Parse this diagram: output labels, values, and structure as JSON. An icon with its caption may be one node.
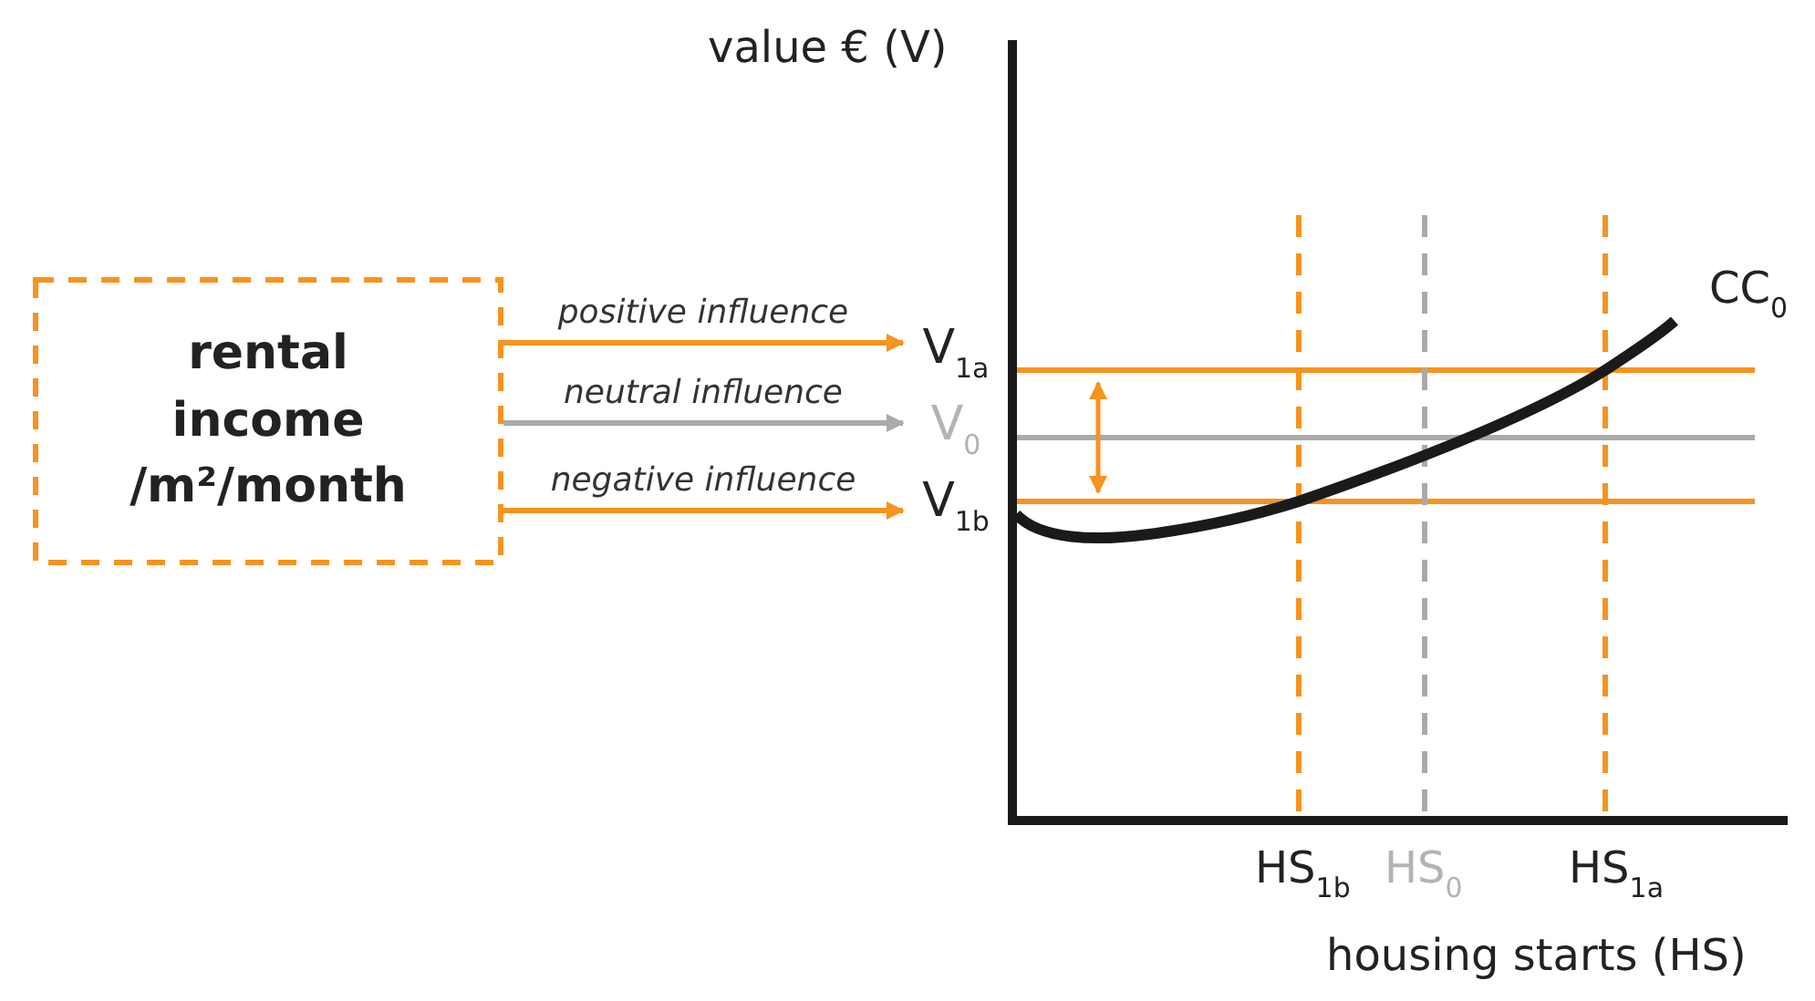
{
  "diagram": {
    "nodes": [
      {
        "text": [
          "rental income /m²/month"
        ]
      },
      {
        "text": [
          "V$_{1a}$"
        ]
      },
      {
        "text": [
          "V$_{0}$"
        ]
      },
      {
        "text": [
          "V$_{1b}$"
        ]
      }
    ],
    "edges": [
      {
        "from": 0,
        "to": 1,
        "arrow": "to",
        "label": "positive influence"
      },
      {
        "from": 0,
        "to": 2,
        "arrow": "to",
        "label": "neutral influence",
        "color": "#aaaaaa"
      },
      {
        "from": 0,
        "to": 3,
        "arrow": "to",
        "label": "negative influence"
      }
    ],
    "labels": [
      "value € (V)",
      "CC$_{0}$",
      "HS$_{1b}$",
      "HS$_{0}$",
      "HS$_{1a}$",
      "housing starts (HS)"
    ]
  }
}
